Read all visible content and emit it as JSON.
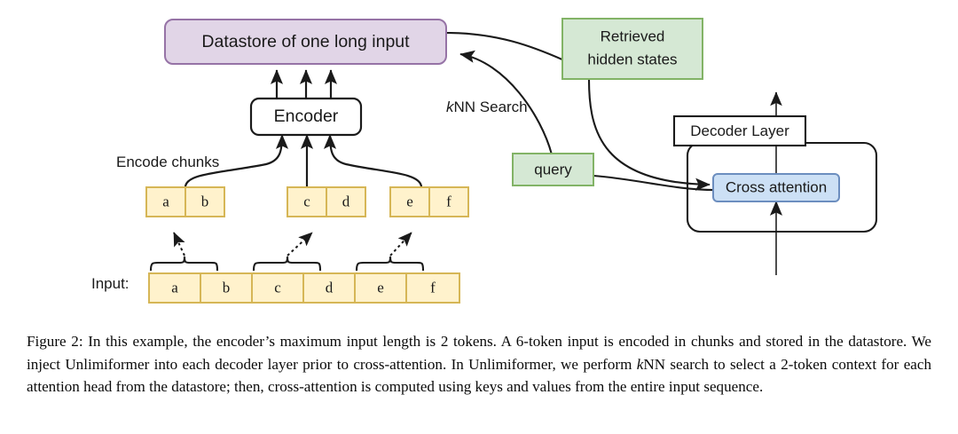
{
  "figure": {
    "nodes": {
      "datastore": {
        "label": "Datastore of one long input",
        "fill": "#e1d5e7",
        "stroke": "#9673a6"
      },
      "encoder": {
        "label": "Encoder",
        "fill": "#ffffff",
        "stroke": "#1a1a1a"
      },
      "retrieved": {
        "label_line1": "Retrieved",
        "label_line2": "hidden states",
        "fill": "#d5e8d4",
        "stroke": "#82b366"
      },
      "query": {
        "label": "query",
        "fill": "#d5e8d4",
        "stroke": "#82b366"
      },
      "decoder_layer": {
        "label": "Decoder Layer",
        "fill": "#ffffff",
        "stroke": "#1a1a1a"
      },
      "cross_attention": {
        "label": "Cross attention",
        "fill": "#cce0f5",
        "stroke": "#6c8ebf"
      }
    },
    "labels": {
      "encode_chunks": "Encode chunks",
      "knn_search_k": "k",
      "knn_search_rest": "NN Search",
      "input": "Input:"
    },
    "chunks": [
      {
        "tokens": [
          "a",
          "b"
        ]
      },
      {
        "tokens": [
          "c",
          "d"
        ]
      },
      {
        "tokens": [
          "e",
          "f"
        ]
      }
    ],
    "input_tokens": [
      "a",
      "b",
      "c",
      "d",
      "e",
      "f"
    ],
    "token_cell": {
      "fill": "#fff2cc",
      "stroke": "#d6b656"
    }
  },
  "caption": {
    "prefix": "Figure 2: In this example, the encoder’s maximum input length is 2 tokens. A 6-token input is encoded in chunks and stored in the datastore. We inject Unlimiformer into each decoder layer prior to cross-attention. In Unlimiformer, we perform ",
    "italic_k": "k",
    "suffix": "NN search to select a 2-token context for each attention head from the datastore; then, cross-attention is computed using keys and values from the entire input sequence."
  }
}
